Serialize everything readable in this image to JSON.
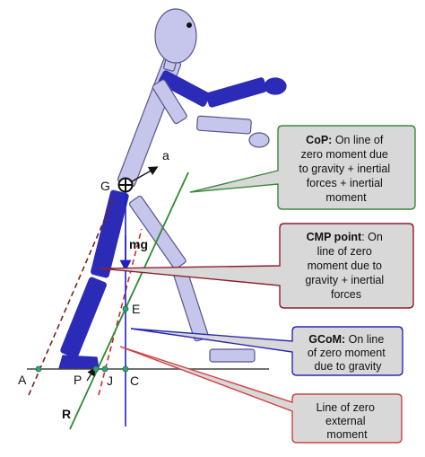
{
  "points": {
    "G": "G",
    "a": "a",
    "mg": "mg",
    "E": "E",
    "A": "A",
    "P": "P",
    "J": "J",
    "C": "C",
    "R": "R"
  },
  "callouts": {
    "cop": {
      "title": "CoP:",
      "lines": [
        " On line of",
        "zero moment due",
        "to gravity + inertial",
        "forces + inertial",
        "moment"
      ],
      "border_color": "#3a8a3a"
    },
    "cmp": {
      "title": "CMP point",
      "lines": [
        ": On",
        "line of zero",
        "moment due to",
        "gravity + inertial",
        "forces"
      ],
      "border_color": "#8a2030"
    },
    "gcom": {
      "title": "GCoM:",
      "lines": [
        " On line",
        "of zero moment",
        "due to gravity"
      ],
      "border_color": "#2a2ab0"
    },
    "zero": {
      "lines": [
        "Line of zero",
        "external",
        "moment"
      ],
      "border_color": "#d04040"
    }
  },
  "colors": {
    "body_light": "#c6c6ec",
    "body_dark": "#2b2bb8",
    "outline": "#55558a",
    "green_line": "#2e8b2e",
    "red_line": "#d02a2a",
    "blue_line": "#2020c0",
    "marker": "#2fa37a"
  }
}
